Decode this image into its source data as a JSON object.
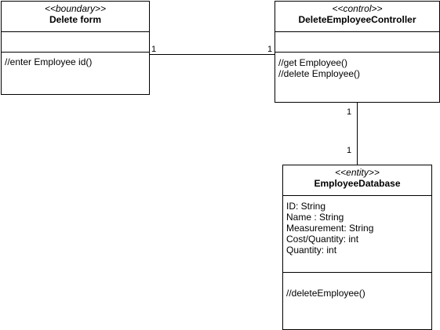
{
  "classes": {
    "delete_form": {
      "stereotype": "<<boundary>>",
      "name": "Delete form",
      "attributes": [],
      "operations": [
        "//enter Employee id()"
      ]
    },
    "controller": {
      "stereotype": "<<control>>",
      "name": "DeleteEmployeeController",
      "attributes": [],
      "operations": [
        "//get Employee()",
        "//delete Employee()"
      ]
    },
    "database": {
      "stereotype": "<<entity>>",
      "name": "EmployeeDatabase",
      "attributes": [
        "ID: String",
        "Name : String",
        "Measurement: String",
        "Cost/Quantity: int",
        "Quantity: int"
      ],
      "operations": [
        "//deleteEmployee()"
      ]
    }
  },
  "associations": [
    {
      "from": "Delete form",
      "to": "DeleteEmployeeController",
      "from_multiplicity": "1",
      "to_multiplicity": "1"
    },
    {
      "from": "DeleteEmployeeController",
      "to": "EmployeeDatabase",
      "from_multiplicity": "1",
      "to_multiplicity": "1"
    }
  ]
}
